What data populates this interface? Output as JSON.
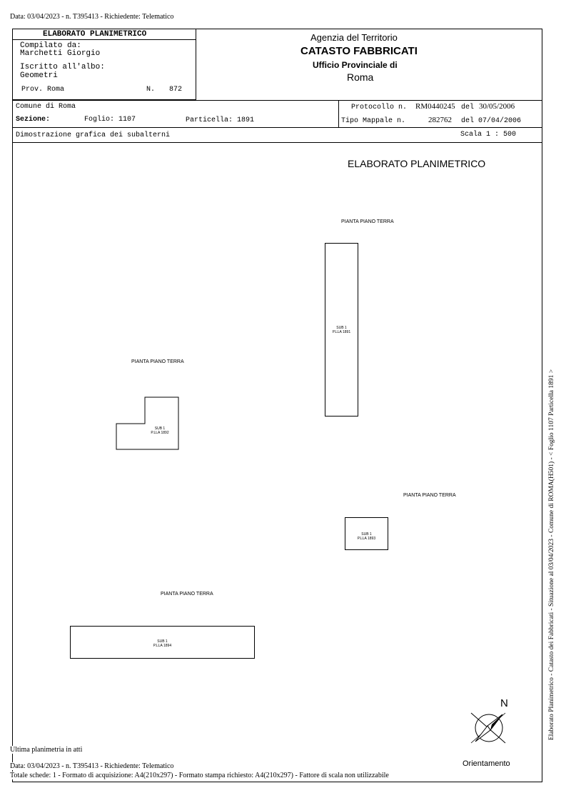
{
  "top_stamp": "Data: 03/04/2023 - n. T395413 - Richiedente: Telematico",
  "header": {
    "title": "ELABORATO PLANIMETRICO",
    "compilato_label": "Compilato da:",
    "compilato_name": "Marchetti Giorgio",
    "iscritto_label": "Iscritto all'albo:",
    "albo": "Geometri",
    "prov_label": "Prov. Roma",
    "n_label": "N.",
    "n_value": "872",
    "agency": "Agenzia del Territorio",
    "catasto": "CATASTO FABBRICATI",
    "ufficio": "Ufficio Provinciale di",
    "city": "Roma"
  },
  "info": {
    "comune": "Comune di Roma",
    "protocollo_label": "Protocollo n.",
    "protocollo_value": "RM0440245",
    "del1_label": "del",
    "del1_value": "30/05/2006",
    "sezione_label": "Sezione:",
    "foglio": "Foglio: 1107",
    "particella": "Particella: 1891",
    "tipo_label": "Tipo Mappale n.",
    "tipo_value": "282762",
    "del2": "del 07/04/2006",
    "dimostrazione": "Dimostrazione grafica dei subalterni",
    "scala": "Scala 1 : 500"
  },
  "drawing": {
    "title": "ELABORATO PLANIMETRICO",
    "units": [
      {
        "heading": "PIANTA PIANO TERRA",
        "sub": "SUB 1",
        "plla": "P.LLA 1891"
      },
      {
        "heading": "PIANTA PIANO TERRA",
        "sub": "SUB 1",
        "plla": "P.LLA 1892"
      },
      {
        "heading": "PIANTA PIANO TERRA",
        "sub": "SUB 1",
        "plla": "P.LLA 1893"
      },
      {
        "heading": "PIANTA PIANO TERRA",
        "sub": "SUB 1",
        "plla": "P.LLA 1894"
      }
    ],
    "north_letter": "N",
    "orientamento": "Orientamento"
  },
  "side_text": "Elaborato Planimetrico - Catasto dei Fabbricati - Situazione al 03/04/2023 - Comune di ROMA(H501) - < Foglio 1107 Particella 1891 >",
  "footer": {
    "ultima": "Ultima planimetria in atti",
    "stamp": "Data: 03/04/2023 - n. T395413 - Richiedente: Telematico",
    "totale": "Totale schede: 1 - Formato di acquisizione: A4(210x297)  - Formato stampa richiesto: A4(210x297) - Fattore di scala non utilizzabile"
  }
}
